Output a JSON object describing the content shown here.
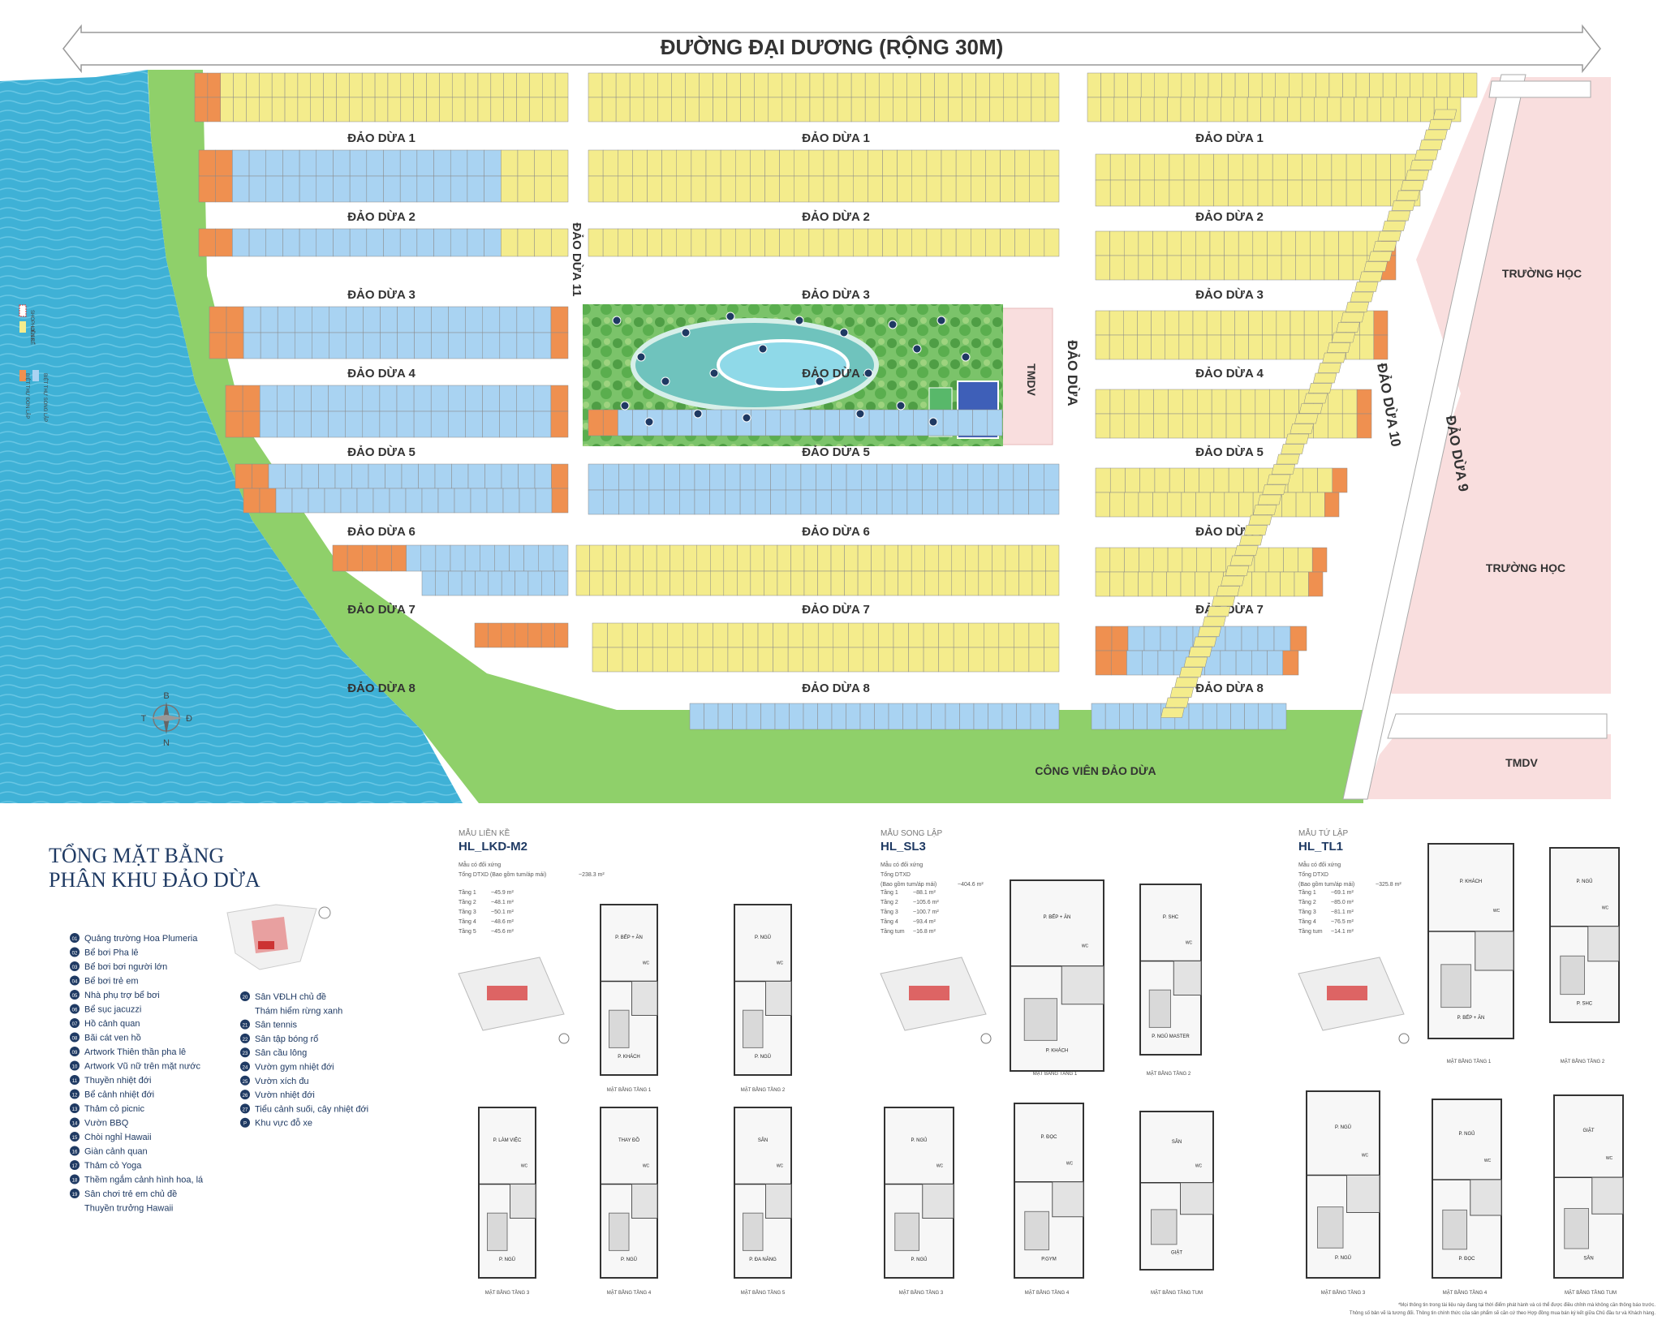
{
  "map": {
    "road_main": "ĐƯỜNG ĐẠI DƯƠNG (RỘNG 30M)",
    "roads_left": [
      "ĐẢO DỪA 1",
      "ĐẢO DỪA 2",
      "ĐẢO DỪA 3",
      "ĐẢO DỪA 4",
      "ĐẢO DỪA 5",
      "ĐẢO DỪA 6",
      "ĐẢO DỪA 7",
      "ĐẢO DỪA 8"
    ],
    "road_vertical_11": "ĐẢO DỪA 11",
    "road_vertical_10": "ĐẢO DỪA 10",
    "road_vertical_9": "ĐẢO DỪA 9",
    "road_vertical_mid": "ĐẢO DỪA",
    "school_1": "TRƯỜNG HỌC",
    "school_2": "TRƯỜNG HỌC",
    "tmdv_1": "TMDV",
    "tmdv_2": "TMDV",
    "park": "CÔNG VIÊN ĐẢO DỪA",
    "compass": {
      "n": "B",
      "s": "N",
      "e": "Đ",
      "w": "T"
    },
    "legend_side": {
      "shophouse": "SHOPHOUSE",
      "lien_ke": "LIÊN KẾ",
      "song_lap": "BIỆT THỰ SONG LẬP",
      "don_lap": "BIỆT THỰ ĐƠN LẬP"
    },
    "colors": {
      "water": "#3fb1d6",
      "grass": "#8fd06a",
      "lien_ke": "#f4ec8c",
      "song_lap": "#a9d3f2",
      "don_lap": "#ef9050",
      "school": "#f9dede",
      "tmdv": "#f9dede",
      "road": "#ffffff",
      "park_water": "#6fc3bd"
    }
  },
  "title": {
    "line1": "TỔNG MẶT BẰNG",
    "line2": "PHÂN KHU ĐẢO DỪA"
  },
  "legend": {
    "col1": [
      {
        "n": "01",
        "t": "Quảng trường Hoa Plumeria"
      },
      {
        "n": "02",
        "t": "Bể bơi Pha lê"
      },
      {
        "n": "03",
        "t": "Bể bơi bơi người lớn"
      },
      {
        "n": "04",
        "t": "Bể bơi trẻ em"
      },
      {
        "n": "05",
        "t": "Nhà phụ trợ bể bơi"
      },
      {
        "n": "06",
        "t": "Bể sục jacuzzi"
      },
      {
        "n": "07",
        "t": "Hồ cảnh quan"
      },
      {
        "n": "08",
        "t": "Bãi cát ven hồ"
      },
      {
        "n": "09",
        "t": "Artwork Thiên thần pha lê"
      },
      {
        "n": "10",
        "t": "Artwork Vũ nữ trên mặt nước"
      },
      {
        "n": "11",
        "t": "Thuyền nhiệt đới"
      },
      {
        "n": "12",
        "t": "Bể cảnh nhiệt đới"
      },
      {
        "n": "13",
        "t": "Thảm cỏ picnic"
      },
      {
        "n": "14",
        "t": "Vườn BBQ"
      },
      {
        "n": "15",
        "t": "Chòi nghỉ Hawaii"
      },
      {
        "n": "16",
        "t": "Giàn cảnh quan"
      },
      {
        "n": "17",
        "t": "Thảm cỏ Yoga"
      },
      {
        "n": "18",
        "t": "Thềm ngắm cảnh hình hoa, lá"
      },
      {
        "n": "19",
        "t": "Sân chơi trẻ em chủ đề"
      },
      {
        "n": "",
        "t": "Thuyền trưởng Hawaii"
      }
    ],
    "col2": [
      {
        "n": "20",
        "t": "Sân VĐLH chủ đề"
      },
      {
        "n": "",
        "t": "Thám hiểm rừng xanh"
      },
      {
        "n": "21",
        "t": "Sân tennis"
      },
      {
        "n": "22",
        "t": "Sân tập bóng rổ"
      },
      {
        "n": "23",
        "t": "Sân cầu lông"
      },
      {
        "n": "24",
        "t": "Vườn gym nhiệt đới"
      },
      {
        "n": "25",
        "t": "Vườn xích đu"
      },
      {
        "n": "26",
        "t": "Vườn nhiệt đới"
      },
      {
        "n": "27",
        "t": "Tiểu cảnh suối, cây nhiệt đới"
      },
      {
        "n": "P",
        "t": "Khu vực đỗ xe"
      }
    ]
  },
  "models": [
    {
      "label": "MẪU LIỀN KỀ",
      "code": "HL_LKD-M2",
      "l1": "Mẫu có đối xứng",
      "l2": "Tổng DTXD (Bao gồm tum/áp mái)",
      "total": "~238.3 m²",
      "floors": [
        [
          "Tầng 1",
          "~45.9 m²"
        ],
        [
          "Tầng 2",
          "~48.1 m²"
        ],
        [
          "Tầng 3",
          "~50.1 m²"
        ],
        [
          "Tầng 4",
          "~48.6 m²"
        ],
        [
          "Tầng 5",
          "~45.6 m²"
        ]
      ],
      "plans": [
        "MẶT BẰNG TẦNG 1",
        "MẶT BẰNG TẦNG 2",
        "MẶT BẰNG TẦNG 3",
        "MẶT BẰNG TẦNG 4",
        "MẶT BẰNG TẦNG 5"
      ]
    },
    {
      "label": "MẪU SONG LẬP",
      "code": "HL_SL3",
      "l1": "Mẫu có đối xứng",
      "l2": "Tổng DTXD",
      "l3": "(Bao gồm tum/áp mái)",
      "total": "~404.6 m²",
      "floors": [
        [
          "Tầng 1",
          "~88.1 m²"
        ],
        [
          "Tầng 2",
          "~105.6 m²"
        ],
        [
          "Tầng 3",
          "~100.7 m²"
        ],
        [
          "Tầng 4",
          "~93.4 m²"
        ],
        [
          "Tầng tum",
          "~16.8 m²"
        ]
      ],
      "plans": [
        "MẶT BẰNG TẦNG 1",
        "MẶT BẰNG TẦNG 2",
        "MẶT BẰNG TẦNG 3",
        "MẶT BẰNG TẦNG 4",
        "MẶT BẰNG TẦNG TUM"
      ]
    },
    {
      "label": "MẪU TỨ LẬP",
      "code": "HL_TL1",
      "l1": "Mẫu có đối xứng",
      "l2": "Tổng DTXD",
      "l3": "(Bao gồm tum/áp mái)",
      "total": "~325.8 m²",
      "floors": [
        [
          "Tầng 1",
          "~69.1 m²"
        ],
        [
          "Tầng 2",
          "~85.0 m²"
        ],
        [
          "Tầng 3",
          "~81.1 m²"
        ],
        [
          "Tầng 4",
          "~76.5 m²"
        ],
        [
          "Tầng tum",
          "~14.1 m²"
        ]
      ],
      "plans": [
        "MẶT BẰNG TẦNG 1",
        "MẶT BẰNG TẦNG 2",
        "MẶT BẰNG TẦNG 3",
        "MẶT BẰNG TẦNG 4",
        "MẶT BẰNG TẦNG TUM"
      ]
    }
  ],
  "rooms": {
    "bep": "P. BẾP + ĂN",
    "khach": "P. KHÁCH",
    "ngu": "P. NGỦ",
    "wc": "WC",
    "lamviec": "P. LÀM VIỆC",
    "thaydo": "THAY ĐỒ",
    "san": "SÂN",
    "giat": "GIẶT",
    "danang": "P. ĐA NĂNG",
    "shc": "P. SHC",
    "ngumaster": "P. NGỦ MASTER",
    "doc": "P. ĐỌC",
    "gym": "P.GYM"
  },
  "footnote": {
    "l1": "*Mọi thông tin trong tài liệu này đang tại thời điểm phát hành và có thể được điều chỉnh mà không cần thông báo trước.",
    "l2": "Thông số bản vẽ là tương đối. Thông tin chính thức của sản phẩm sẽ căn cứ theo Hợp đồng mua bán ký kết giữa Chủ đầu tư và Khách hàng."
  }
}
